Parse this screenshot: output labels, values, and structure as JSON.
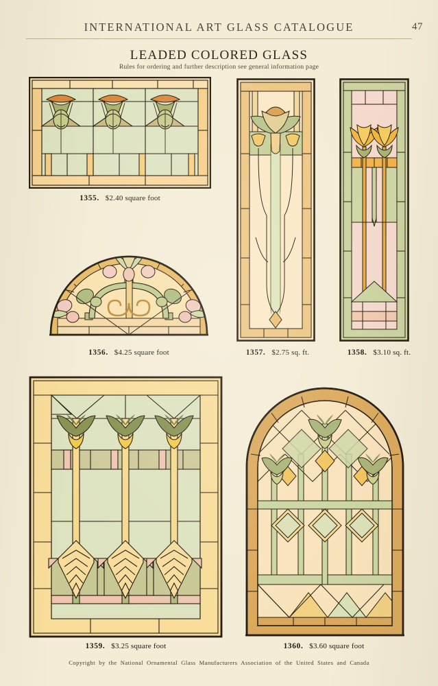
{
  "header": {
    "running_title": "INTERNATIONAL ART GLASS CATALOGUE",
    "page_number": "47"
  },
  "titles": {
    "main": "LEADED COLORED GLASS",
    "subtitle": "Rules for ordering and further description see general information page"
  },
  "footer": {
    "copyright": "Copyright by the National Ornamental Glass Manufacturers Association of the United States and Canada"
  },
  "palette": {
    "paper": "#f3ecd6",
    "lead_line": "#241c10",
    "amber": "#f6d78e",
    "amber_deep": "#e8b457",
    "peach": "#f8d9ab",
    "sage": "#dbe0be",
    "sage_deep": "#c2c79a",
    "olive": "#9aa465",
    "olive_deep": "#79844a",
    "rust": "#d9883c",
    "pink": "#f0c9bf",
    "cream": "#f7e7c4",
    "tan_frame": "#d6a košice"
  },
  "plates": [
    {
      "id": "1355",
      "number": "1355.",
      "price": "$2.40 square foot",
      "shape": "horizontal-rectangle",
      "motif": "three stylized lotus blossoms with rust fan caps on a sage field, amber border"
    },
    {
      "id": "1356",
      "number": "1356.",
      "price": "$4.25 square foot",
      "shape": "semicircular-fanlight",
      "motif": "scrolled center with pink and green floral sprays on an amber field"
    },
    {
      "id": "1357",
      "number": "1357.",
      "price": "$2.75 sq. ft.",
      "shape": "tall-narrow-rectangle",
      "motif": "single central tulip on long stems flanked by two small bell buds"
    },
    {
      "id": "1358",
      "number": "1358.",
      "price": "$3.10 sq. ft.",
      "shape": "tall-narrow-rectangle",
      "motif": "two golden tulips on tall stems, pink field with sage green border"
    },
    {
      "id": "1359",
      "number": "1359.",
      "price": "$3.25 square foot",
      "shape": "vertical-rectangle",
      "motif": "three pendant tulips above three chevron arrow forms, sage field, yellow border"
    },
    {
      "id": "1360",
      "number": "1360.",
      "price": "$3.60 square foot",
      "shape": "round-arched-window",
      "motif": "diamond lattice with three green tulips under a segmented amber arch"
    }
  ]
}
